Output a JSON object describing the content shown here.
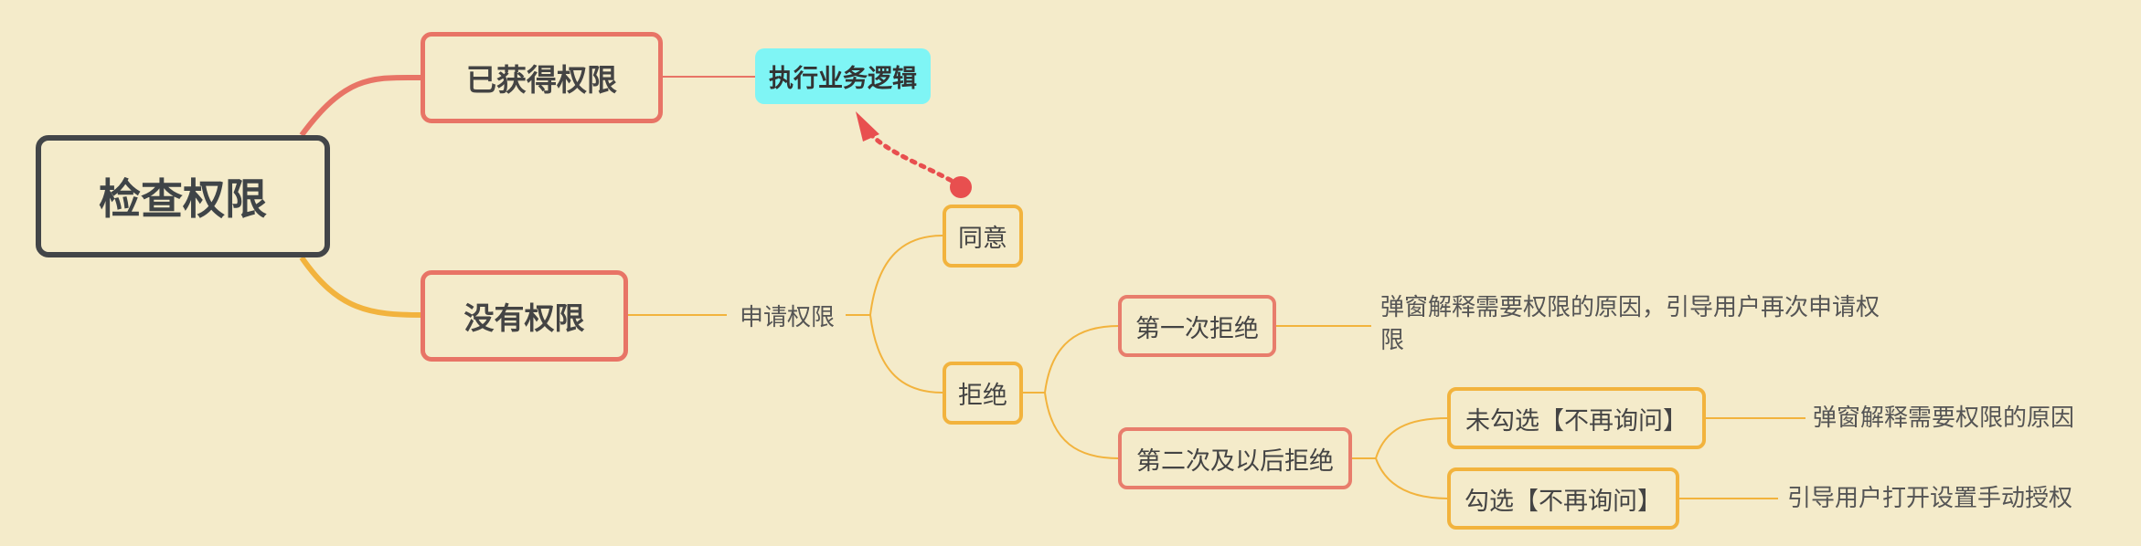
{
  "mindmap": {
    "root": "检查权限",
    "branch_granted": "已获得权限",
    "execute_logic": "执行业务逻辑",
    "branch_denied": "没有权限",
    "request_permission": "申请权限",
    "agree": "同意",
    "reject": "拒绝",
    "first_reject": "第一次拒绝",
    "first_reject_desc_line1": "弹窗解释需要权限的原因，引导用户再次申请权",
    "first_reject_desc_line2": "限",
    "second_reject": "第二次及以后拒绝",
    "unchecked_never_ask": "未勾选【不再询问】",
    "unchecked_desc": "弹窗解释需要权限的原因",
    "checked_never_ask": "勾选【不再询问】",
    "checked_desc": "引导用户打开设置手动授权"
  },
  "colors": {
    "background": "#f4ebca",
    "root_border": "#424548",
    "red": "#e87466",
    "yellow": "#f2b33d",
    "cyan": "#7ff5f5",
    "arrow": "#e84f4f"
  }
}
